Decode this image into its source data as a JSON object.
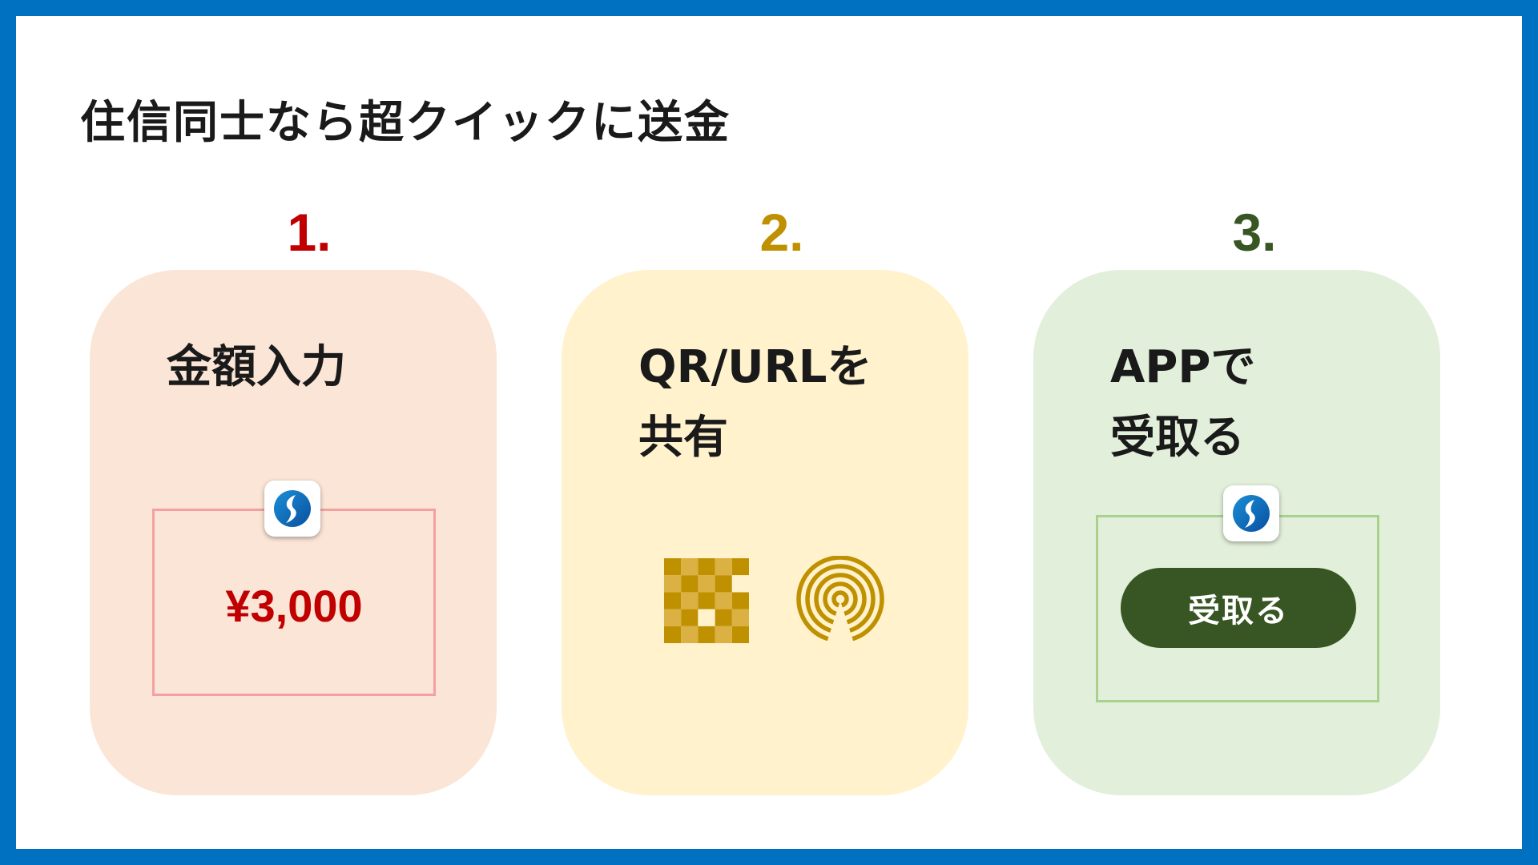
{
  "title": "住信同士なら超クイックに送金",
  "colors": {
    "frame": "#0070C0",
    "step1": "#C00000",
    "step2": "#BF9000",
    "step3": "#375623",
    "card1_bg": "#FBE5D6",
    "card2_bg": "#FFF2CC",
    "card3_bg": "#E2EFDA"
  },
  "steps": [
    {
      "number": "1.",
      "title": "金額入力",
      "amount": "¥3,000",
      "icon": "sbi-app-icon"
    },
    {
      "number": "2.",
      "title": "QR/URLを\n共有",
      "icons": [
        "qr-code-icon",
        "airdrop-icon"
      ]
    },
    {
      "number": "3.",
      "title": "APPで\n受取る",
      "button_label": "受取る",
      "icon": "sbi-app-icon"
    }
  ]
}
